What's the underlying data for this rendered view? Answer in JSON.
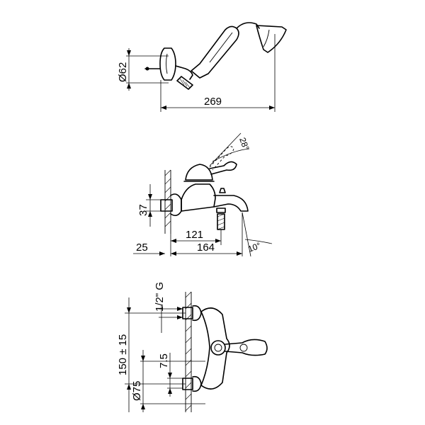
{
  "top_view": {
    "diameter_label": "Ø62",
    "width_label": "269"
  },
  "side_view": {
    "angle_top_label": "28°",
    "height_label": "37",
    "spout_label": "121",
    "depth_label": "164",
    "wall_label": "25",
    "angle_bottom_label": "10°"
  },
  "front_view": {
    "thread_label": "1/2\" G",
    "centers_label": "150 ± 15",
    "diameter_label": "Ø75",
    "offset_label": "7.5"
  }
}
